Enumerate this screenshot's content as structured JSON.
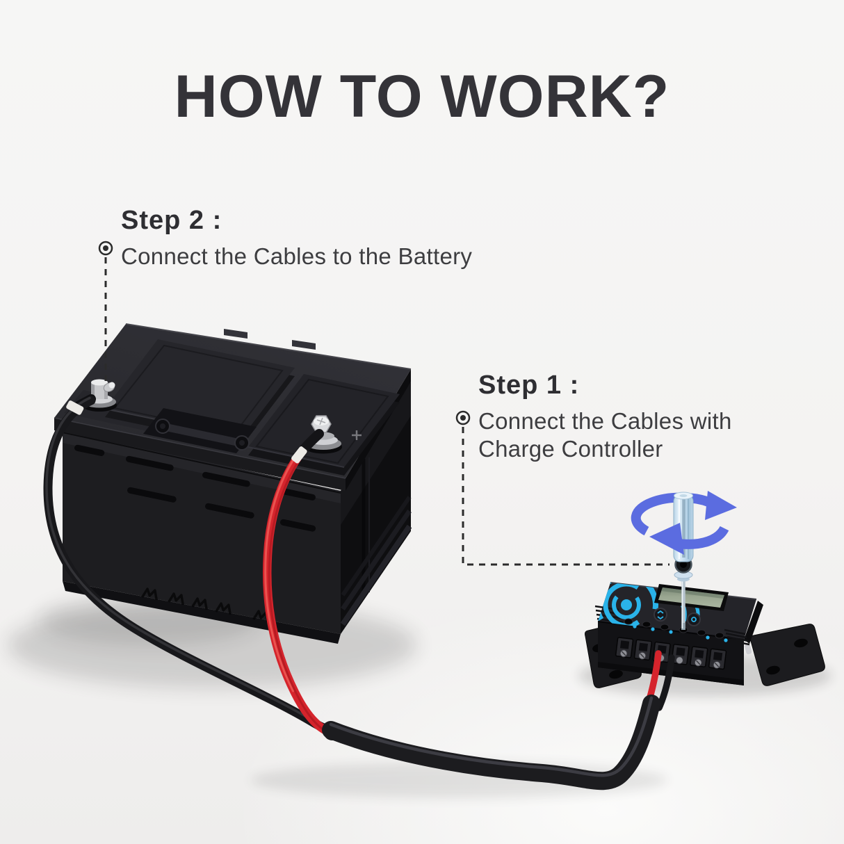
{
  "title": "HOW TO WORK?",
  "steps": [
    {
      "label": "Step 1 :",
      "description": "Connect the Cables with Charge Controller"
    },
    {
      "label": "Step 2 :",
      "description": "Connect the Cables to the Battery"
    }
  ],
  "illustration": {
    "battery_icon": "lead-acid-battery",
    "negative_cable_icon": "black-negative-cable",
    "positive_cable_icon": "red-positive-cable",
    "controller_icon": "solar-charge-controller",
    "lcd_icon": "controller-lcd-display",
    "screwdriver_icon": "screwdriver",
    "rotation_arrow_icon": "clockwise-rotation-arrow",
    "marker_icon": "step-anchor-dot"
  },
  "colors": {
    "background_top": "#f6f6f5",
    "background_bottom": "#eeedec",
    "title_text": "#343338",
    "step_text": "#3d3d40",
    "accent_cyan": "#2ab3e9",
    "arrow_indigo": "#5b6ce0",
    "cable_red": "#d5242c",
    "leader_line": "#2b2b2b"
  }
}
